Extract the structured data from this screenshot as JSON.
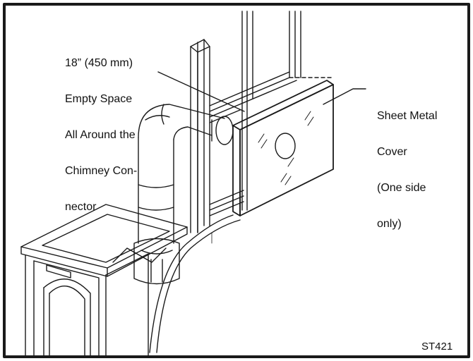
{
  "labels": {
    "clearance": [
      "18” (450 mm)",
      "Empty Space",
      "All Around the",
      "Chimney Con-",
      "nector"
    ],
    "cover": [
      "Sheet Metal",
      "Cover",
      "(One side",
      "only)"
    ],
    "figure_code": "ST421"
  },
  "colors": {
    "line": "#1a1a1a",
    "background": "#ffffff"
  }
}
